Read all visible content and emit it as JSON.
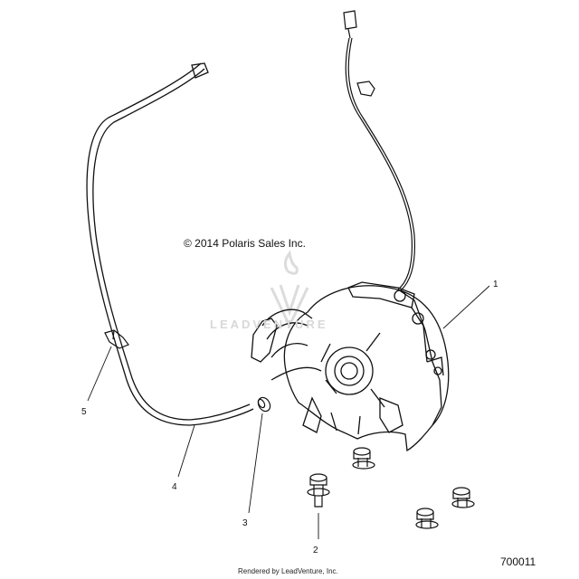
{
  "copyright": "© 2014 Polaris Sales Inc.",
  "callouts": [
    "1",
    "2",
    "3",
    "4",
    "5"
  ],
  "figure_number": "700011",
  "footer": "Rendered by LeadVenture, Inc.",
  "watermark": "LEADVENTURE",
  "colors": {
    "line": "#111111",
    "watermark": "#d8d8d8",
    "background": "#ffffff"
  }
}
